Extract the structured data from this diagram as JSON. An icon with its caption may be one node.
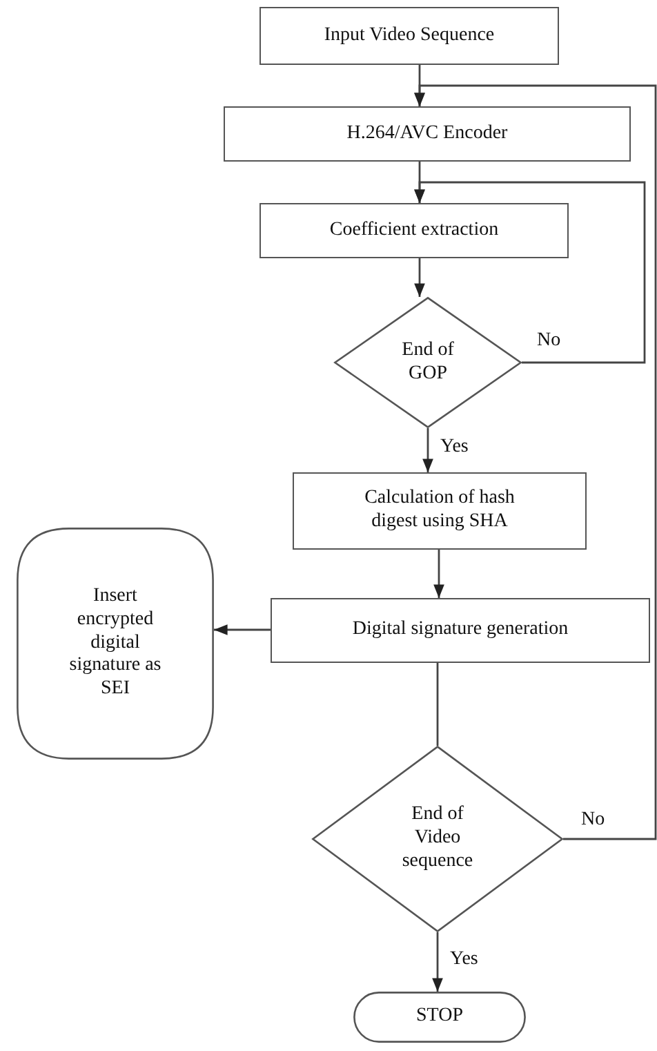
{
  "diagram": {
    "nodes": [
      {
        "text": [
          "Input Video Sequence"
        ]
      },
      {
        "text": [
          "H.264/AVC Encoder"
        ]
      },
      {
        "text": [
          "Coefficient extraction"
        ]
      },
      {
        "text": [
          "End of GOP"
        ]
      },
      {
        "text": [
          "Calculation of hash digest using SHA"
        ]
      },
      {
        "text": [
          "Digital signature generation"
        ]
      },
      {
        "text": [
          "Insert encrypted digital signature as SEI"
        ]
      },
      {
        "text": [
          "End of Video sequence"
        ]
      },
      {
        "text": [
          "STOP"
        ]
      }
    ],
    "edges": [
      {
        "from": 0,
        "to": 1,
        "arrow": "to"
      },
      {
        "from": 1,
        "to": 2,
        "arrow": "to"
      },
      {
        "from": 2,
        "to": 3,
        "arrow": "to"
      },
      {
        "from": 3,
        "to": 2,
        "arrow": "to",
        "label": "No"
      },
      {
        "from": 3,
        "to": 4,
        "arrow": "to",
        "label": "Yes"
      },
      {
        "from": 4,
        "to": 5,
        "arrow": "to"
      },
      {
        "from": 5,
        "to": 6,
        "arrow": "to"
      },
      {
        "from": 5,
        "to": 7,
        "arrow": "none"
      },
      {
        "from": 7,
        "to": 1,
        "arrow": "to",
        "label": "No"
      },
      {
        "from": 7,
        "to": 8,
        "arrow": "to",
        "label": "Yes"
      }
    ]
  }
}
